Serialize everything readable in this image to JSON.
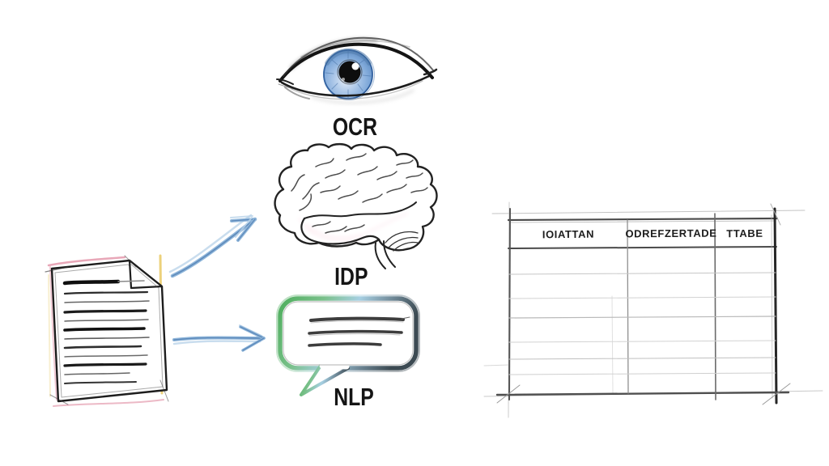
{
  "diagram": {
    "type": "hand-drawn document processing flow",
    "source": {
      "icon": "document-icon"
    },
    "stages": [
      {
        "icon": "eye-icon",
        "label": "OCR"
      },
      {
        "icon": "brain-icon",
        "label": "IDP"
      },
      {
        "icon": "speech-bubble-icon",
        "label": "NLP"
      }
    ],
    "arrows": [
      {
        "icon": "arrow-diagonal-icon",
        "from": "document",
        "to": "IDP"
      },
      {
        "icon": "arrow-horizontal-icon",
        "from": "document",
        "to": "NLP"
      }
    ],
    "table": {
      "icon": "table",
      "headers": [
        "IOIATTAN",
        "ODREFZERTADE",
        "TTABE"
      ],
      "empty_row_count": 7
    },
    "colors": {
      "background": "#ffffff",
      "ink": "#1d1d1d",
      "arrow_blue": "#8fb6da",
      "arrow_blue_dark": "#5d89ba",
      "iris_blue": "#7da7d8",
      "bubble_green": "#4fae5e",
      "bubble_light_blue": "#a6cfe2",
      "bubble_dark": "#3c4a52",
      "accent_pink": "#e08aa0",
      "accent_yellow": "#e9c964",
      "brain_pink": "#f0a0ba",
      "table_line_dark": "#4a4a4a",
      "table_line_light": "#c6c6c6"
    }
  }
}
